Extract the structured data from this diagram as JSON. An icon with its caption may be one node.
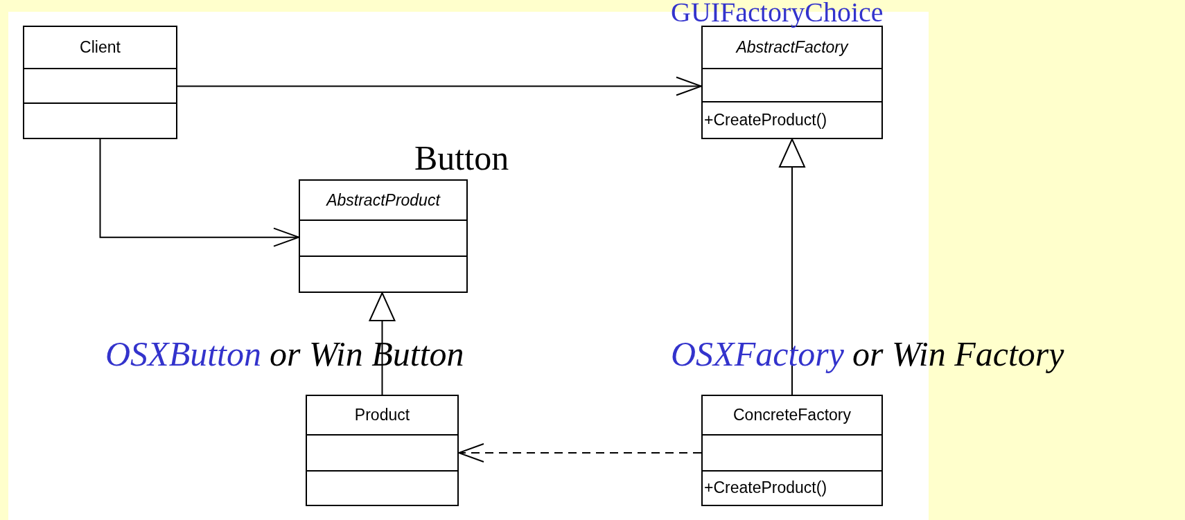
{
  "diagram": {
    "nodes": [
      {
        "text": [
          "Client"
        ]
      },
      {
        "text": [
          "AbstractFactory",
          "+CreateProduct()"
        ],
        "beside": [
          "GUIFactoryChoice"
        ]
      },
      {
        "text": [
          "AbstractProduct"
        ],
        "beside": [
          "Button"
        ]
      },
      {
        "text": [
          "Product"
        ],
        "beside": [
          "OSXButton",
          "or Win Button"
        ]
      },
      {
        "text": [
          "ConcreteFactory",
          "+CreateProduct()"
        ],
        "beside": [
          "OSXFactory",
          "or Win Factory"
        ]
      }
    ],
    "edges": [
      {
        "from": 0,
        "to": 1,
        "arrow": "to"
      },
      {
        "from": 0,
        "to": 2,
        "arrow": "to"
      },
      {
        "from": 3,
        "to": 2,
        "arrow": "to"
      },
      {
        "from": 4,
        "to": 1,
        "arrow": "to"
      },
      {
        "from": 4,
        "to": 3,
        "arrow": "to",
        "style": "dashed"
      }
    ]
  }
}
